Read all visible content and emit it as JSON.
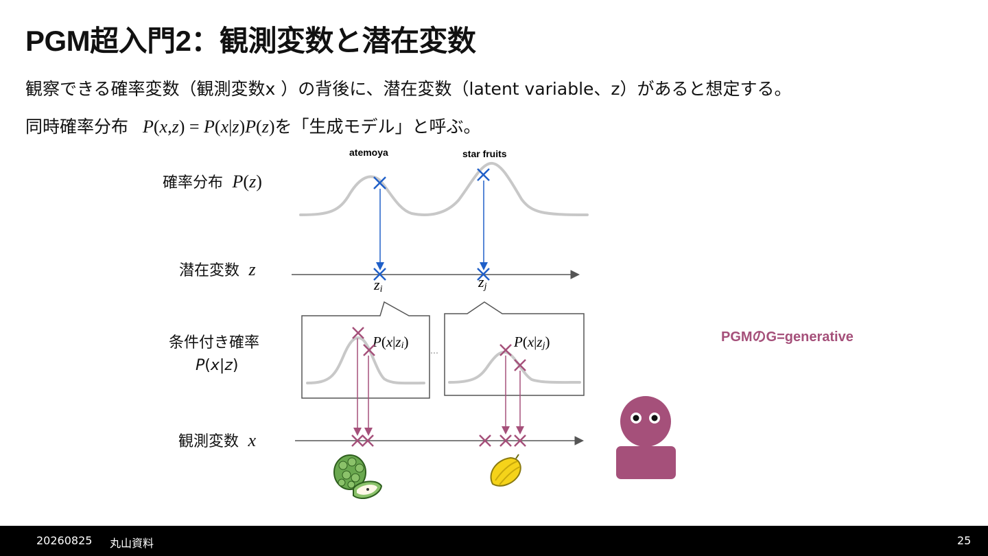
{
  "slide": {
    "title": "PGM超入門2：観測変数と潜在変数",
    "line1": "観察できる確率変数（観測変数x ）の背後に、潜在変数（latent variable、z）があると想定する。",
    "line2_prefix": "同時確率分布",
    "line2_suffix": "を「生成モデル」と呼ぶ。",
    "note": "PGMのG=generative"
  },
  "diagram": {
    "row_prior": "確率分布",
    "row_latent": "潜在変数",
    "row_conditional": "条件付き確率",
    "row_observed": "観測変数",
    "peak_labels": [
      "atemoya",
      "star fruits"
    ],
    "latent_points": [
      "z",
      "z"
    ],
    "latent_subscripts": [
      "i",
      "j"
    ],
    "ellipsis": "…",
    "colors": {
      "curve": "#c8c8c8",
      "prior_sample": "#1f5fc8",
      "observed_sample": "#a5507a",
      "axis": "#555555",
      "character": "#a5507a"
    },
    "icons": [
      "atemoya-fruit-icon",
      "star-fruit-icon",
      "character-icon"
    ]
  },
  "footer": {
    "date": "20260825",
    "source": "丸山資料",
    "page": "25"
  }
}
